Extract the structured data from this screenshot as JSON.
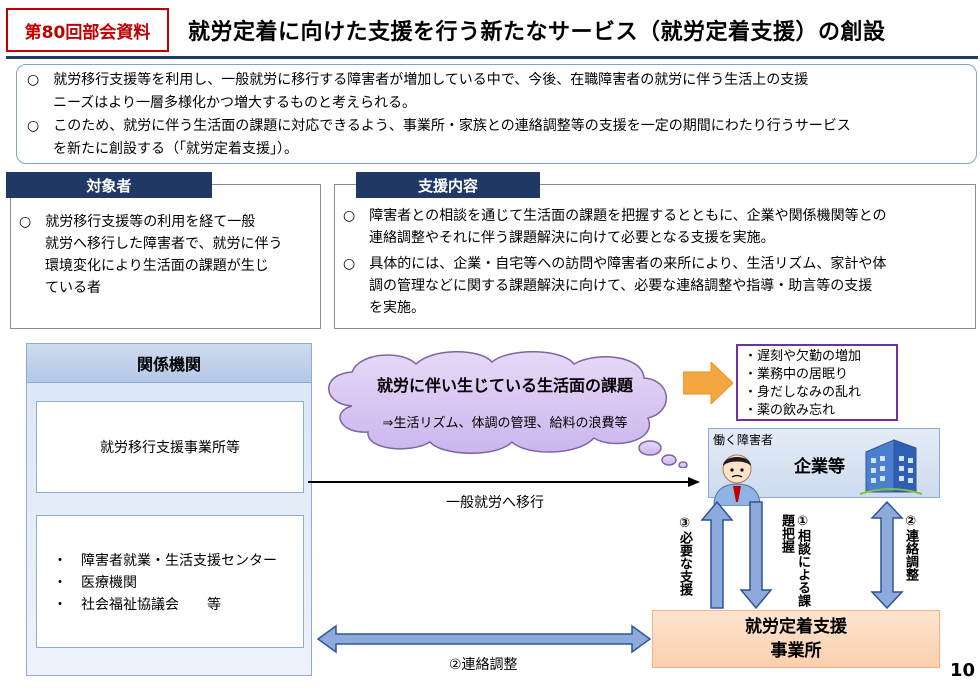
{
  "header": {
    "badge": "第80回部会資料",
    "title": "就労定着に向けた支援を行う新たなサービス（就労定着支援）の創設"
  },
  "intro": {
    "p1_line1": "○　就労移行支援等を利用し、一般就労に移行する障害者が増加している中で、今後、在職障害者の就労に伴う生活上の支援",
    "p1_line2": "ニーズはより一層多様化かつ増大するものと考えられる。",
    "p2_line1": "○　このため、就労に伴う生活面の課題に対応できるよう、事業所・家族との連絡調整等の支援を一定の期間にわたり行うサービス",
    "p2_line2": "を新たに創設する（「就労定着支援」）。"
  },
  "target": {
    "heading": "対象者",
    "lines": [
      "○　就労移行支援等の利用を経て一般",
      "就労へ移行した障害者で、就労に伴う",
      "環境変化により生活面の課題が生じ",
      "ている者"
    ]
  },
  "support": {
    "heading": "支援内容",
    "lines": [
      "○　障害者との相談を通じて生活面の課題を把握するとともに、企業や関係機関等との",
      "連絡調整やそれに伴う課題解決に向けて必要となる支援を実施。",
      "○　具体的には、企業・自宅等への訪問や障害者の来所により、生活リズム、家計や体",
      "調の管理などに関する課題解決に向けて、必要な連絡調整や指導・助言等の支援",
      "を実施。"
    ]
  },
  "diagram": {
    "kankei_title": "関係機関",
    "org1": "就労移行支援事業所等",
    "org_list": [
      "・　障害者就業・生活支援センター",
      "・　医療機関",
      "・　社会福祉協議会　　等"
    ],
    "cloud_title": "就労に伴い生じている生活面の課題",
    "cloud_sub": "⇒生活リズム、体調の管理、給料の浪費等",
    "issues": [
      "・遅刻や欠勤の増加",
      "・業務中の居眠り",
      "・身だしなみの乱れ",
      "・薬の飲み忘れ"
    ],
    "worker_label": "働く障害者",
    "company_label": "企業等",
    "transition_label": "一般就労へ移行",
    "consult_label": "①相談による課題把握",
    "support_label": "③必要な支援",
    "coord_right_label": "②連絡調整",
    "office_line1": "就労定着支援",
    "office_line2": "事業所",
    "coord_bottom_label": "②連絡調整"
  },
  "page_number": "10",
  "colors": {
    "accent_red": "#c00000",
    "navy": "#203864",
    "light_blue": "#dae6f5",
    "orange": "#f4a640",
    "purple": "#7030a0"
  }
}
